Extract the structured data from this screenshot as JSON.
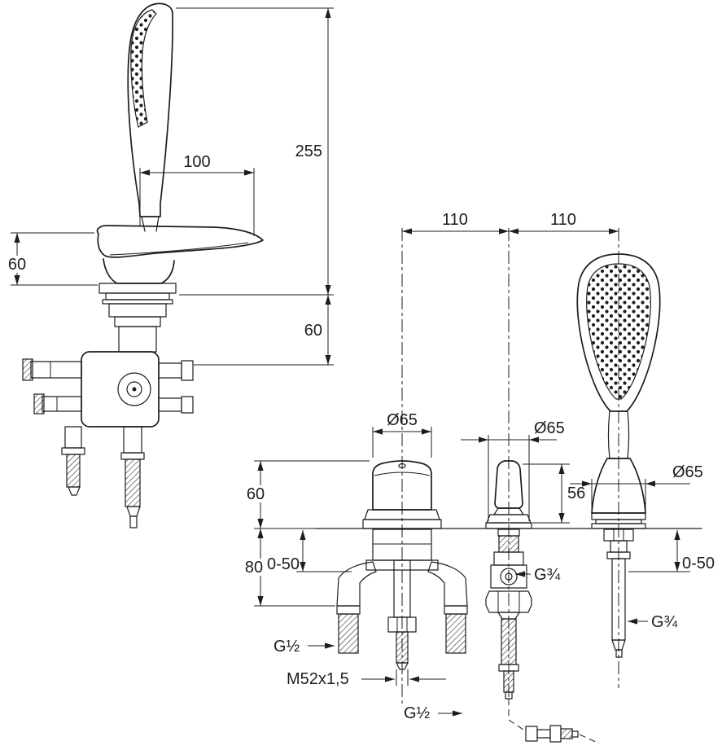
{
  "drawing": {
    "ink_color": "#1d1d1b",
    "background_color": "#ffffff"
  },
  "labels": {
    "overall_height": "255",
    "handle_length": "100",
    "handle_height": "60",
    "body_height": "60",
    "spacing_left": "110",
    "spacing_right": "110",
    "dia_mixer": "Ø65",
    "dia_diverter": "Ø65",
    "dia_holder": "Ø65",
    "diverter_height": "56",
    "mixer_height_above_deck": "60",
    "depth_below_deck": "80",
    "deck_range_mixer": "0-50",
    "deck_range_holder": "0-50",
    "thread_diverter_outlet": "G¾",
    "thread_hose": "G¾",
    "thread_inlet": "G½",
    "thread_bottom": "G½",
    "thread_body": "M52x1,5"
  }
}
